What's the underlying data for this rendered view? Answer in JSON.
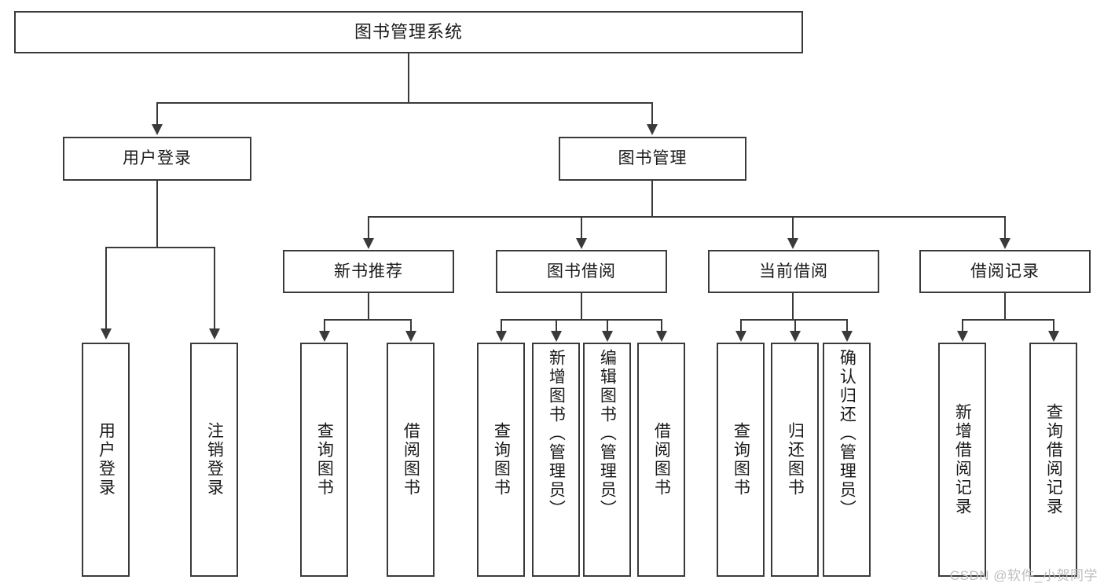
{
  "diagram": {
    "title": "图书管理系统",
    "type": "hierarchy-tree",
    "nodes": {
      "root": {
        "label": "图书管理系统"
      },
      "level2": [
        {
          "label": "用户登录"
        },
        {
          "label": "图书管理"
        }
      ],
      "level3": [
        {
          "label": "新书推荐"
        },
        {
          "label": "图书借阅"
        },
        {
          "label": "当前借阅"
        },
        {
          "label": "借阅记录"
        }
      ],
      "leaves": {
        "user_login": [
          {
            "label": "用户登录"
          },
          {
            "label": "注销登录"
          }
        ],
        "new_book": [
          {
            "label": "查询图书"
          },
          {
            "label": "借阅图书"
          }
        ],
        "book_borrow": [
          {
            "label": "查询图书"
          },
          {
            "label": "新增图书（管理员）"
          },
          {
            "label": "编辑图书（管理员）"
          },
          {
            "label": "借阅图书"
          }
        ],
        "current_borrow": [
          {
            "label": "查询图书"
          },
          {
            "label": "归还图书"
          },
          {
            "label": "确认归还（管理员）"
          }
        ],
        "borrow_record": [
          {
            "label": "新增借阅记录"
          },
          {
            "label": "查询借阅记录"
          }
        ]
      }
    },
    "watermark": "CSDN @软件_小贺同学",
    "colors": {
      "border": "#3a3a3a",
      "background": "#ffffff",
      "text": "#1a1a1a",
      "watermark": "#bdbdbd"
    }
  }
}
